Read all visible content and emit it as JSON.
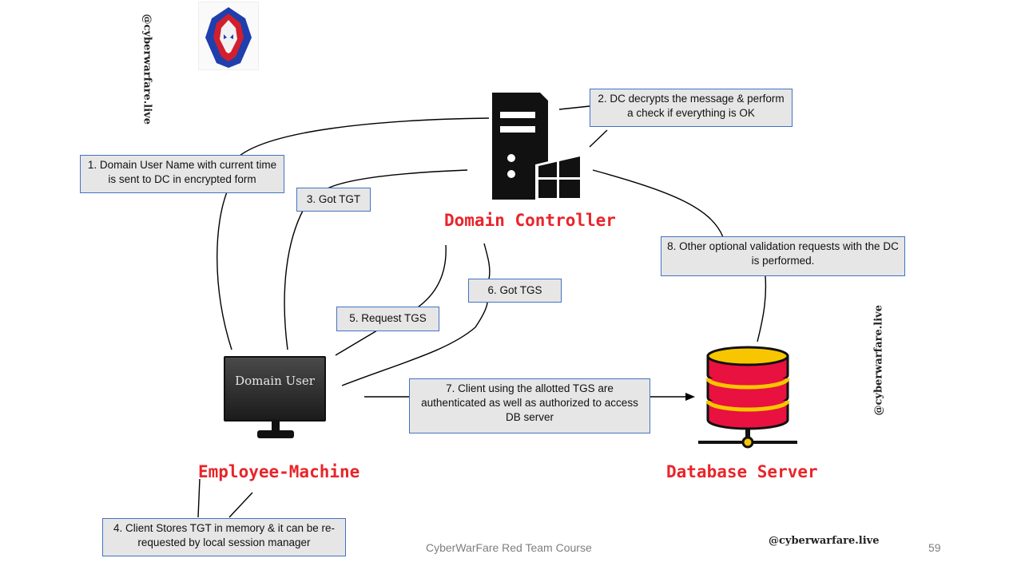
{
  "watermarks": {
    "left": "@cyberwarfare.live",
    "right": "@cyberwarfare.live",
    "bottom": "@cyberwarfare.live"
  },
  "nodes": {
    "domain_controller": "Domain Controller",
    "employee_machine": "Employee-Machine",
    "database_server": "Database Server",
    "monitor_screen": "Domain User"
  },
  "steps": {
    "s1": "1.  Domain User Name with current time is sent to DC in encrypted form",
    "s2": "2.  DC decrypts the message & perform a check if everything is OK",
    "s3": "3.  Got TGT",
    "s4": "4.  Client Stores TGT in memory & it can be re-requested by local session manager",
    "s5": "5.  Request TGS",
    "s6": "6.  Got TGS",
    "s7": "7.  Client using the allotted TGS are authenticated as well as authorized to access DB server",
    "s8": "8. Other optional validation requests with the DC is performed."
  },
  "footer": {
    "course": "CyberWarFare Red Team Course",
    "page": "59"
  },
  "colors": {
    "accent_red": "#e8252a",
    "box_border": "#4472c4",
    "box_fill": "#e6e6e6",
    "db_red": "#e8113f",
    "db_yellow": "#f7c600"
  }
}
